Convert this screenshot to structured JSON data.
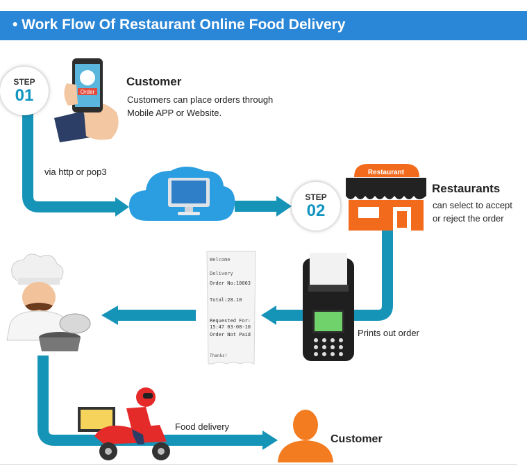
{
  "header": {
    "title": "• Work Flow Of  Restaurant Online Food Delivery"
  },
  "step1": {
    "label": "STEP",
    "number": "01",
    "title": "Customer",
    "desc_line1": "Customers can place orders through",
    "desc_line2": "Mobile APP or Website."
  },
  "phone": {
    "order_label": "Order"
  },
  "via_label": "via http or pop3",
  "step2": {
    "label": "STEP",
    "number": "02",
    "title": "Restaurants",
    "desc_line1": "can select to accept",
    "desc_line2": "or reject the order"
  },
  "restaurant": {
    "sign": "Restaurant"
  },
  "printer_label": "Prints out order",
  "receipt": {
    "lines": [
      "Welcome",
      "Delivery",
      "Order No:10063",
      "Total:28.10",
      "Requested For:",
      "15:47 03-08-10",
      "Order Not Paid",
      "Thanks!"
    ]
  },
  "food_delivery_label": "Food delivery",
  "customer_end": {
    "title": "Customer"
  },
  "colors": {
    "header": "#2a86d6",
    "flow": "#1694b8",
    "orange": "#f26a1b",
    "step_number": "#0f94c0"
  }
}
